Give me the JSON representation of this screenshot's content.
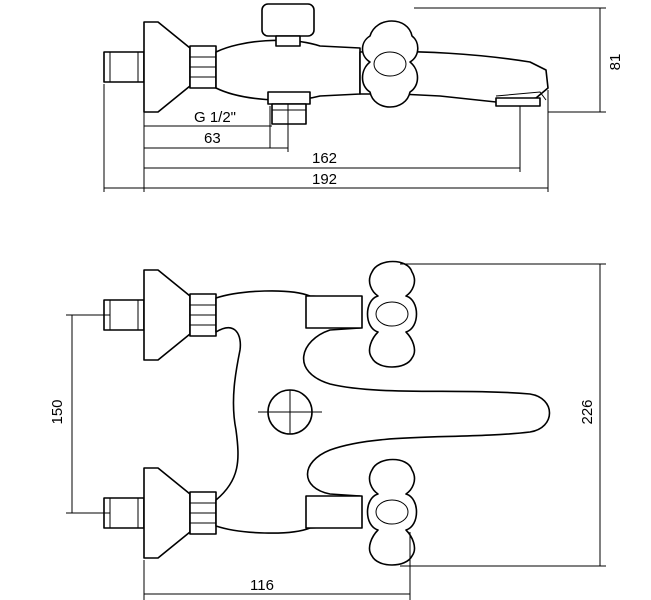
{
  "side_view": {
    "thread_label": "G 1/2\"",
    "dim_63": "63",
    "dim_162": "162",
    "dim_192": "192",
    "dim_81": "81"
  },
  "front_view": {
    "dim_150": "150",
    "dim_226": "226",
    "dim_116": "116"
  }
}
